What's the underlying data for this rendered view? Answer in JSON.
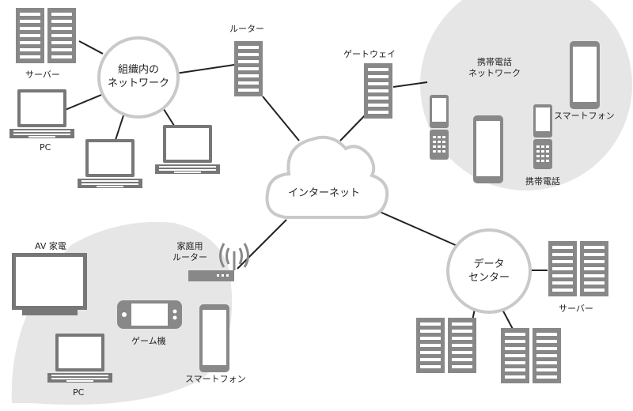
{
  "colors": {
    "line": "#222222",
    "device_fill": "#888888",
    "device_light": "#cfcfcf",
    "bubble_border": "#c9c9c9",
    "region_fill": "#e6e6e6"
  },
  "labels": {
    "org_network": [
      "組織内の",
      "ネットワーク"
    ],
    "org_server": "サーバー",
    "org_pc": "PC",
    "router": "ルーター",
    "gateway": "ゲートウェイ",
    "mobile_network": [
      "携帯電話",
      "ネットワーク"
    ],
    "smartphone": "スマートフォン",
    "feature_phone": "携帯電話",
    "internet": "インターネット",
    "av_home": "AV 家電",
    "home_router": [
      "家庭用",
      "ルーター"
    ],
    "game_console": "ゲーム機",
    "home_smartphone": "スマートフォン",
    "home_pc": "PC",
    "data_center": [
      "データ",
      "センター"
    ],
    "dc_server": "サーバー"
  },
  "icons": [
    "server-rack-icon",
    "laptop-icon",
    "router-icon",
    "cloud-icon",
    "smartphone-icon",
    "feature-phone-icon",
    "tv-icon",
    "game-console-icon",
    "wifi-icon"
  ]
}
